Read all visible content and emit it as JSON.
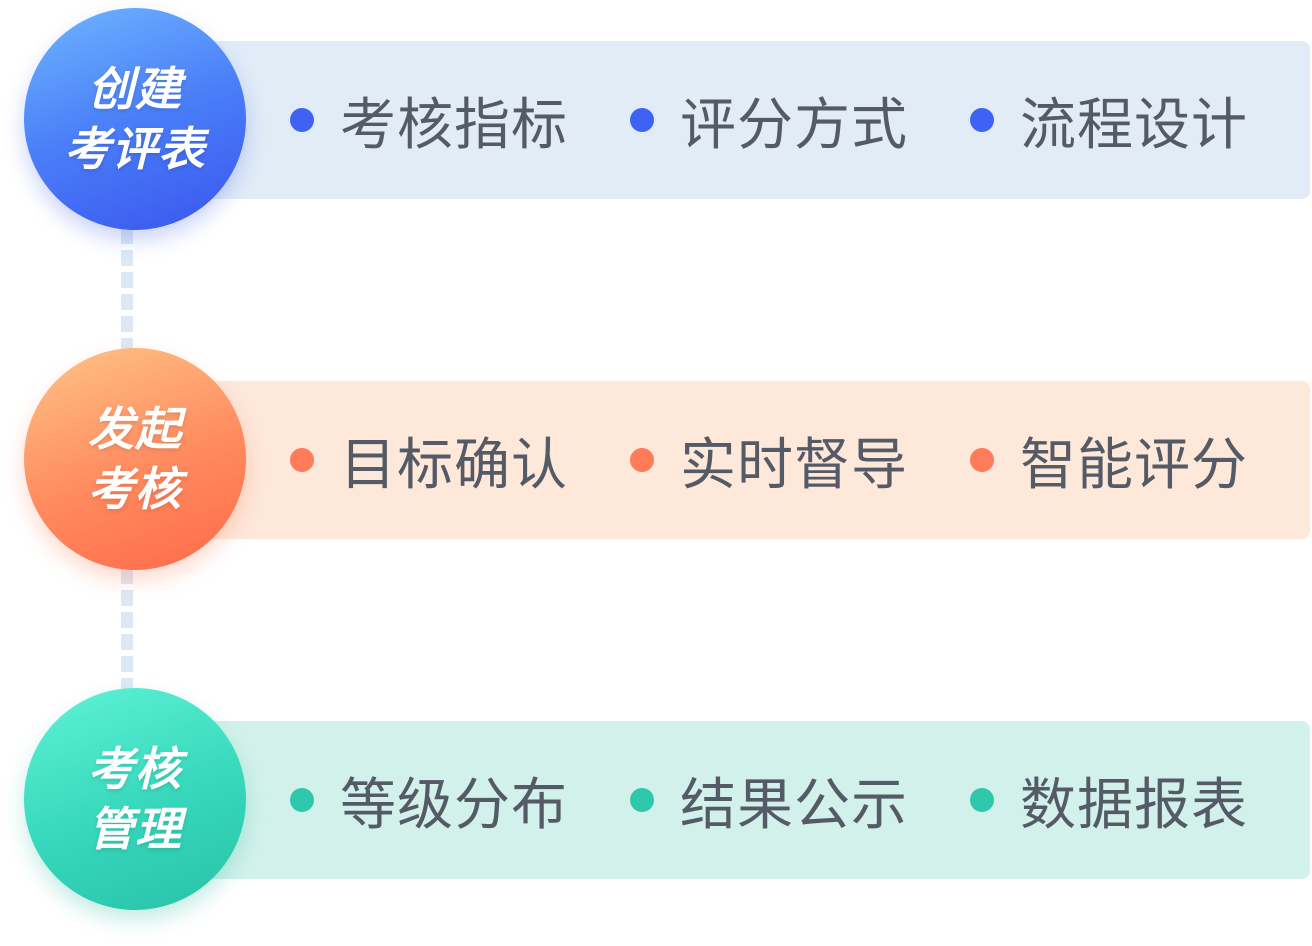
{
  "steps": [
    {
      "badge": [
        "创建",
        "考评表"
      ],
      "items": [
        "考核指标",
        "评分方式",
        "流程设计"
      ],
      "colors": {
        "accent": "#3e63f4",
        "band": "#e1ecf7"
      }
    },
    {
      "badge": [
        "发起",
        "考核"
      ],
      "items": [
        "目标确认",
        "实时督导",
        "智能评分"
      ],
      "colors": {
        "accent": "#ff7b5a",
        "band": "#fde8da"
      }
    },
    {
      "badge": [
        "考核",
        "管理"
      ],
      "items": [
        "等级分布",
        "结果公示",
        "数据报表"
      ],
      "colors": {
        "accent": "#2fc8ad",
        "band": "#d2f1ea"
      }
    }
  ]
}
